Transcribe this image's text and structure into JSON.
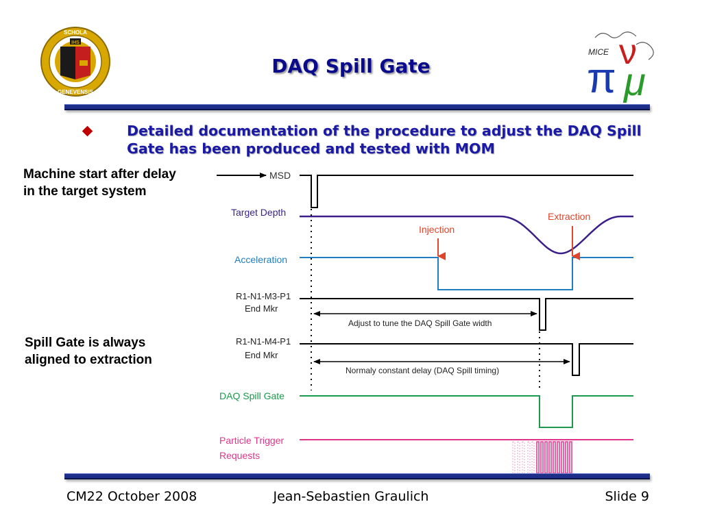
{
  "slide": {
    "title": "DAQ Spill Gate",
    "bullet": "Detailed documentation of the procedure to adjust the DAQ Spill Gate has been produced and tested with MOM",
    "notes": {
      "machine_start_line1": "Machine start after delay",
      "machine_start_line2": "in the target system",
      "spill_gate_line1": "Spill Gate is always",
      "spill_gate_line2": "aligned to extraction"
    },
    "logo_left": {
      "text_top": "SCHOLA",
      "text_bottom": "GENEVENSIS",
      "badge": "IHS"
    },
    "logo_right": {
      "text": "MICE",
      "symbols": [
        "π",
        "ν",
        "μ"
      ]
    }
  },
  "diagram": {
    "signals": {
      "msd": "MSD",
      "target_depth": "Target Depth",
      "acceleration": "Acceleration",
      "r1_m3_line1": "R1-N1-M3-P1",
      "r1_m3_line2": "End Mkr",
      "r1_m4_line1": "R1-N1-M4-P1",
      "r1_m4_line2": "End Mkr",
      "daq_spill_gate": "DAQ Spill Gate",
      "trigger_line1": "Particle Trigger",
      "trigger_line2": "Requests"
    },
    "annotations": {
      "injection": "Injection",
      "extraction": "Extraction",
      "adjust_width": "Adjust to tune the DAQ Spill Gate width",
      "constant_delay": "Normaly constant delay (DAQ Spill timing)"
    },
    "colors": {
      "msd": "#000000",
      "target_depth": "#3a1f8a",
      "acceleration": "#1f7ec2",
      "daq_spill_gate": "#1a9a4a",
      "trigger": "#e0338a",
      "injection_extraction": "#e0442a",
      "title": "#0a0a8c",
      "rule": "#1e2f8a"
    }
  },
  "footer": {
    "left": "CM22 October 2008",
    "center": "Jean-Sebastien Graulich",
    "right": "Slide 9"
  }
}
